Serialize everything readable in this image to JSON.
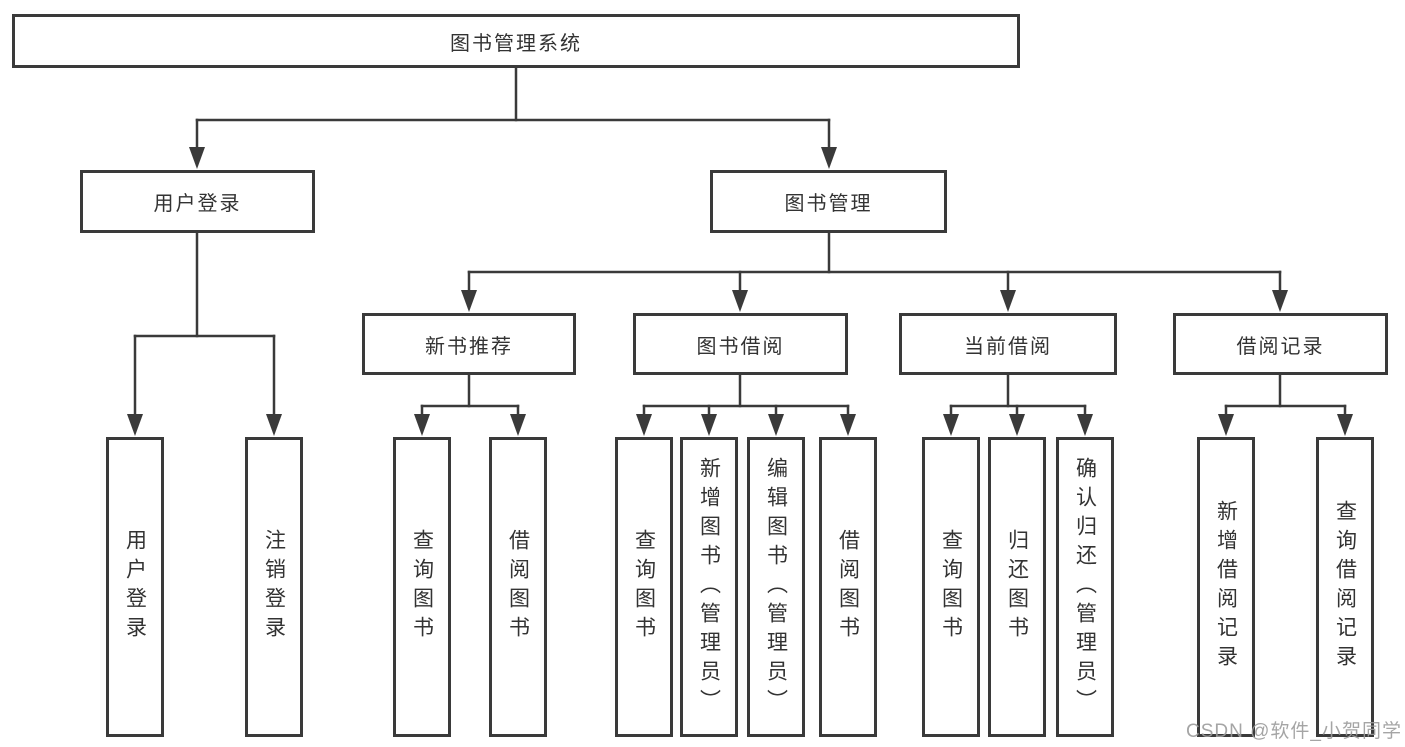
{
  "tree": {
    "label": "图书管理系统",
    "children": [
      {
        "label": "用户登录",
        "children": [
          {
            "label": "用户登录"
          },
          {
            "label": "注销登录"
          }
        ]
      },
      {
        "label": "图书管理",
        "children": [
          {
            "label": "新书推荐",
            "children": [
              {
                "label": "查询图书"
              },
              {
                "label": "借阅图书"
              }
            ]
          },
          {
            "label": "图书借阅",
            "children": [
              {
                "label": "查询图书"
              },
              {
                "label": "新增图书（管理员）"
              },
              {
                "label": "编辑图书（管理员）"
              },
              {
                "label": "借阅图书"
              }
            ]
          },
          {
            "label": "当前借阅",
            "children": [
              {
                "label": "查询图书"
              },
              {
                "label": "归还图书"
              },
              {
                "label": "确认归还（管理员）"
              }
            ]
          },
          {
            "label": "借阅记录",
            "children": [
              {
                "label": "新增借阅记录"
              },
              {
                "label": "查询借阅记录"
              }
            ]
          }
        ]
      }
    ]
  },
  "watermark": {
    "text": "CSDN @软件_小贺同学"
  },
  "colors": {
    "line": "#3a3a3a",
    "text": "#333333",
    "watermark": "#9c9c9c",
    "background": "#ffffff"
  }
}
